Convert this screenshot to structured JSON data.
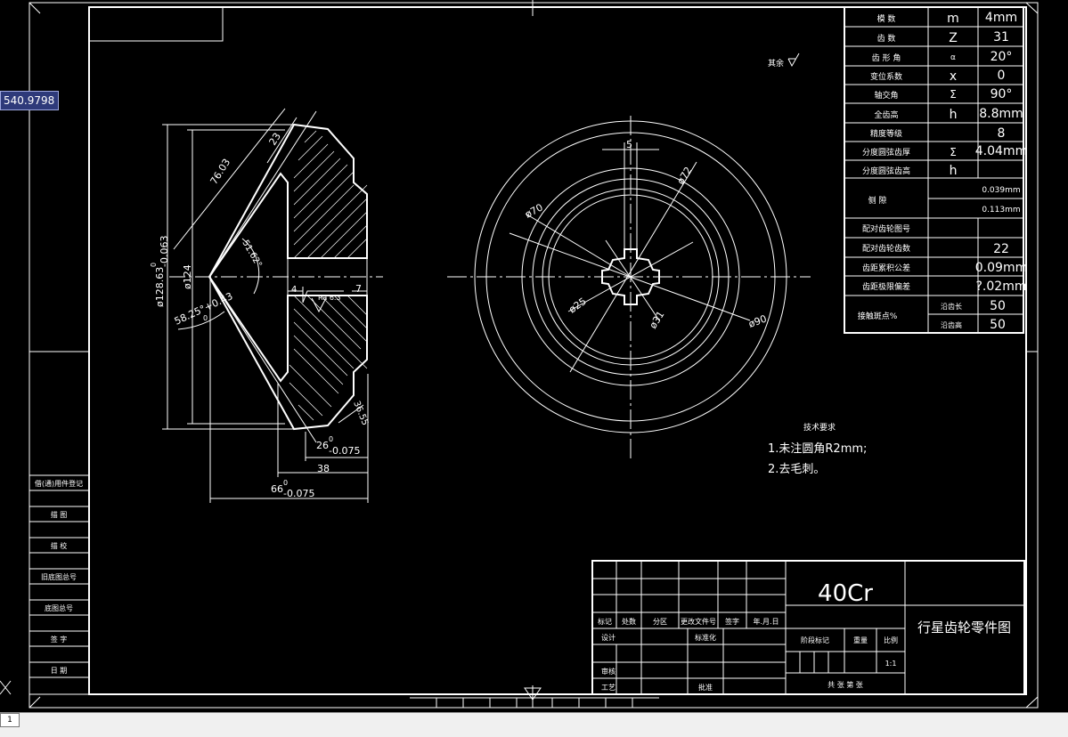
{
  "cad": {
    "coordinate_readout": "540.9798",
    "layout_tab": "1"
  },
  "params": [
    {
      "name": "模 数",
      "sym": "m",
      "val": "4mm"
    },
    {
      "name": "齿 数",
      "sym": "Z",
      "val": "31"
    },
    {
      "name": "齿 形 角",
      "sym": "α",
      "val": "20°"
    },
    {
      "name": "变位系数",
      "sym": "x",
      "val": "0"
    },
    {
      "name": "轴交角",
      "sym": "Σ",
      "val": "90°"
    },
    {
      "name": "全齿高",
      "sym": "h",
      "val": "8.8mm"
    },
    {
      "name": "精度等级",
      "sym": "",
      "val": "8"
    },
    {
      "name": "分度圆弦齿厚",
      "sym": "Σ",
      "val": "4.04mm"
    },
    {
      "name": "分度圆弦齿高",
      "sym": "h",
      "val": ""
    },
    {
      "name": "侧 隙",
      "sym": "",
      "val": "0.039mm",
      "val2": "0.113mm"
    },
    {
      "name": "配对齿轮图号",
      "sym": "",
      "val": ""
    },
    {
      "name": "配对齿轮齿数",
      "sym": "",
      "val": "22"
    },
    {
      "name": "齿距累积公差",
      "sym": "",
      "val": "0.09mm"
    },
    {
      "name": "齿距极限偏差",
      "sym": "",
      "val": "?.02mm"
    },
    {
      "name": "接触斑点%",
      "sym": "沿齿长",
      "val": "50",
      "sym2": "沿齿高",
      "val2": "50"
    }
  ],
  "left_labels": [
    "借(通)用件登记",
    "描 图",
    "描 校",
    "旧底图总号",
    "底图总号",
    "签 字",
    "日 期"
  ],
  "title_block": {
    "material": "40Cr",
    "drawing_title": "行星齿轮零件图",
    "scale": "1:1",
    "stage_mark": "阶段标记",
    "weight": "重量",
    "ratio": "比例",
    "sheet": "共 张 第 张",
    "headers": [
      "标记",
      "处数",
      "分区",
      "更改文件号",
      "签字",
      "年.月.日"
    ],
    "design": "设计",
    "standard": "标准化",
    "review": "审核",
    "process": "工艺",
    "approve": "批准"
  },
  "tech_req": {
    "title": "技术要求",
    "items": [
      "1.未注圆角R2mm;",
      "2.去毛刺。"
    ]
  },
  "roughness_note": "其余",
  "dims": {
    "d128": "ø128.63",
    "d128_tol": "0",
    "d128_tol2": "-0.063",
    "d124": "ø124",
    "d7603": "76.03",
    "d23": "23",
    "angle_5162": "51.62°",
    "angle_5825": "58.25°+0.43",
    "angle_5825_b": "0",
    "d4": "4",
    "d7": "7",
    "ra": "Ra 6.3",
    "d3655": "36.55",
    "d26": "26",
    "d26_tol": "0",
    "d26_tol2": "-0.075",
    "d38": "38",
    "d66": "66",
    "d66_tol": "0",
    "d66_tol2": "-0.075",
    "d5": "5",
    "d72": "ø72",
    "d70": "ø70",
    "d25": "ø25",
    "d31": "ø31",
    "d90": "ø90"
  }
}
